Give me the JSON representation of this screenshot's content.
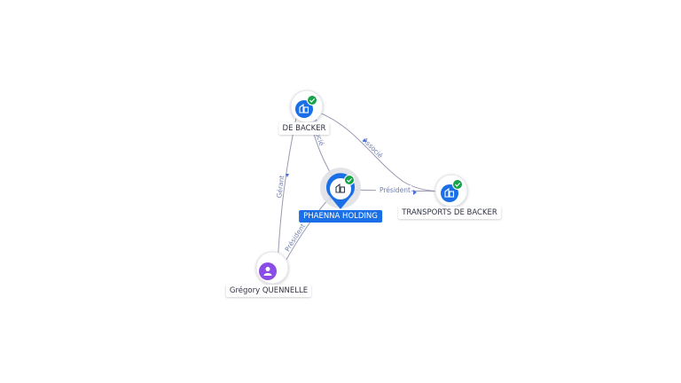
{
  "colors": {
    "company": "#1a6fe6",
    "person": "#8a4ce6",
    "verified": "#16a34a",
    "main_label_bg": "#1a6fe6"
  },
  "nodes": {
    "de_backer": {
      "label": "DE BACKER",
      "icon": "building-icon",
      "verified": true
    },
    "phaenna": {
      "label": "PHAENNA HOLDING",
      "icon": "building-icon",
      "verified": true
    },
    "transports": {
      "label": "TRANSPORTS DE BACKER",
      "icon": "building-icon",
      "verified": true
    },
    "gregory": {
      "label": "Grégory QUENNELLE",
      "icon": "person-icon",
      "verified": false
    }
  },
  "edges": {
    "de_backer_transports": "Associé",
    "de_backer_phaenna": "Associé",
    "phaenna_transports": "Président",
    "gregory_de_backer": "Gérant",
    "gregory_phaenna": "Président"
  }
}
